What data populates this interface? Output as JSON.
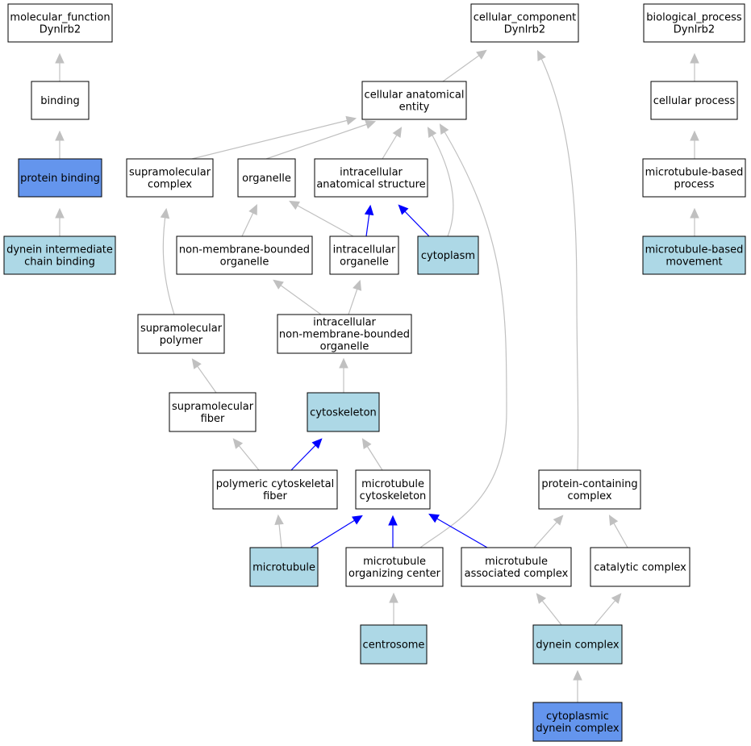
{
  "colors": {
    "default_fill": "#ffffff",
    "annotated_fill": "#add8e6",
    "highlight_fill": "#6495ed",
    "edge_gray": "#c0c0c0",
    "edge_blue": "#0000ff"
  },
  "nodes": [
    {
      "id": "mf",
      "lines": [
        "molecular_function",
        "Dynlrb2"
      ],
      "fill": "default"
    },
    {
      "id": "binding",
      "lines": [
        "binding"
      ],
      "fill": "default"
    },
    {
      "id": "protein_binding",
      "lines": [
        "protein binding"
      ],
      "fill": "highlight"
    },
    {
      "id": "dic_binding",
      "lines": [
        "dynein intermediate",
        "chain binding"
      ],
      "fill": "annotated"
    },
    {
      "id": "cc",
      "lines": [
        "cellular_component",
        "Dynlrb2"
      ],
      "fill": "default"
    },
    {
      "id": "bp",
      "lines": [
        "biological_process",
        "Dynlrb2"
      ],
      "fill": "default"
    },
    {
      "id": "cae",
      "lines": [
        "cellular anatomical",
        "entity"
      ],
      "fill": "default"
    },
    {
      "id": "cell_process",
      "lines": [
        "cellular process"
      ],
      "fill": "default"
    },
    {
      "id": "supra_complex",
      "lines": [
        "supramolecular",
        "complex"
      ],
      "fill": "default"
    },
    {
      "id": "organelle",
      "lines": [
        "organelle"
      ],
      "fill": "default"
    },
    {
      "id": "ias",
      "lines": [
        "intracellular",
        "anatomical structure"
      ],
      "fill": "default"
    },
    {
      "id": "mt_process",
      "lines": [
        "microtubule-based",
        "process"
      ],
      "fill": "default"
    },
    {
      "id": "nmbo",
      "lines": [
        "non-membrane-bounded",
        "organelle"
      ],
      "fill": "default"
    },
    {
      "id": "intra_org",
      "lines": [
        "intracellular",
        "organelle"
      ],
      "fill": "default"
    },
    {
      "id": "cytoplasm",
      "lines": [
        "cytoplasm"
      ],
      "fill": "annotated"
    },
    {
      "id": "mt_movement",
      "lines": [
        "microtubule-based",
        "movement"
      ],
      "fill": "annotated"
    },
    {
      "id": "supra_polymer",
      "lines": [
        "supramolecular",
        "polymer"
      ],
      "fill": "default"
    },
    {
      "id": "inmbo",
      "lines": [
        "intracellular",
        "non-membrane-bounded",
        "organelle"
      ],
      "fill": "default"
    },
    {
      "id": "supra_fiber",
      "lines": [
        "supramolecular",
        "fiber"
      ],
      "fill": "default"
    },
    {
      "id": "cytoskeleton",
      "lines": [
        "cytoskeleton"
      ],
      "fill": "annotated"
    },
    {
      "id": "pcf",
      "lines": [
        "polymeric cytoskeletal",
        "fiber"
      ],
      "fill": "default"
    },
    {
      "id": "mt_cyto",
      "lines": [
        "microtubule",
        "cytoskeleton"
      ],
      "fill": "default"
    },
    {
      "id": "pcc",
      "lines": [
        "protein-containing",
        "complex"
      ],
      "fill": "default"
    },
    {
      "id": "microtubule",
      "lines": [
        "microtubule"
      ],
      "fill": "annotated"
    },
    {
      "id": "mtoc",
      "lines": [
        "microtubule",
        "organizing center"
      ],
      "fill": "default"
    },
    {
      "id": "mac",
      "lines": [
        "microtubule",
        "associated complex"
      ],
      "fill": "default"
    },
    {
      "id": "catalytic",
      "lines": [
        "catalytic complex"
      ],
      "fill": "default"
    },
    {
      "id": "centrosome",
      "lines": [
        "centrosome"
      ],
      "fill": "annotated"
    },
    {
      "id": "dynein",
      "lines": [
        "dynein complex"
      ],
      "fill": "annotated"
    },
    {
      "id": "cyto_dynein",
      "lines": [
        "cytoplasmic",
        "dynein complex"
      ],
      "fill": "highlight"
    }
  ],
  "edges": [
    {
      "from": "binding",
      "to": "mf",
      "color": "gray"
    },
    {
      "from": "protein_binding",
      "to": "binding",
      "color": "gray"
    },
    {
      "from": "dic_binding",
      "to": "protein_binding",
      "color": "gray"
    },
    {
      "from": "cae",
      "to": "cc",
      "color": "gray"
    },
    {
      "from": "pcc",
      "to": "cc",
      "color": "gray"
    },
    {
      "from": "cell_process",
      "to": "bp",
      "color": "gray"
    },
    {
      "from": "mt_process",
      "to": "cell_process",
      "color": "gray"
    },
    {
      "from": "mt_movement",
      "to": "mt_process",
      "color": "gray"
    },
    {
      "from": "supra_complex",
      "to": "cae",
      "color": "gray"
    },
    {
      "from": "organelle",
      "to": "cae",
      "color": "gray"
    },
    {
      "from": "ias",
      "to": "cae",
      "color": "gray"
    },
    {
      "from": "cytoplasm",
      "to": "cae",
      "color": "gray"
    },
    {
      "from": "mtoc",
      "to": "cae",
      "color": "gray"
    },
    {
      "from": "nmbo",
      "to": "organelle",
      "color": "gray"
    },
    {
      "from": "intra_org",
      "to": "organelle",
      "color": "gray"
    },
    {
      "from": "intra_org",
      "to": "ias",
      "color": "blue"
    },
    {
      "from": "cytoplasm",
      "to": "ias",
      "color": "blue"
    },
    {
      "from": "supra_polymer",
      "to": "supra_complex",
      "color": "gray"
    },
    {
      "from": "inmbo",
      "to": "nmbo",
      "color": "gray"
    },
    {
      "from": "inmbo",
      "to": "intra_org",
      "color": "gray"
    },
    {
      "from": "supra_fiber",
      "to": "supra_polymer",
      "color": "gray"
    },
    {
      "from": "cytoskeleton",
      "to": "inmbo",
      "color": "gray"
    },
    {
      "from": "pcf",
      "to": "supra_fiber",
      "color": "gray"
    },
    {
      "from": "pcf",
      "to": "cytoskeleton",
      "color": "blue"
    },
    {
      "from": "mt_cyto",
      "to": "cytoskeleton",
      "color": "gray"
    },
    {
      "from": "microtubule",
      "to": "pcf",
      "color": "gray"
    },
    {
      "from": "microtubule",
      "to": "mt_cyto",
      "color": "blue"
    },
    {
      "from": "mtoc",
      "to": "mt_cyto",
      "color": "blue"
    },
    {
      "from": "mac",
      "to": "mt_cyto",
      "color": "blue"
    },
    {
      "from": "mac",
      "to": "pcc",
      "color": "gray"
    },
    {
      "from": "catalytic",
      "to": "pcc",
      "color": "gray"
    },
    {
      "from": "centrosome",
      "to": "mtoc",
      "color": "gray"
    },
    {
      "from": "dynein",
      "to": "mac",
      "color": "gray"
    },
    {
      "from": "dynein",
      "to": "catalytic",
      "color": "gray"
    },
    {
      "from": "cyto_dynein",
      "to": "dynein",
      "color": "gray"
    }
  ]
}
